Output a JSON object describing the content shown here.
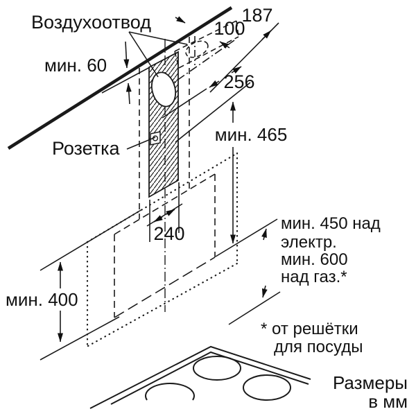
{
  "diagram": {
    "title_hint": "Hood installation dimensions diagram",
    "colors": {
      "line": "#1a1a1a",
      "background": "#ffffff"
    },
    "labels": {
      "air_outlet": "Воздухоотвод",
      "min60": "мин. 60",
      "d187": "187",
      "d100": "100",
      "d256": "256",
      "min465": "мин. 465",
      "socket": "Розетка",
      "d240": "240",
      "min400": "мин. 400",
      "clearance_line1": "мин. 450 над",
      "clearance_line2": "электр.",
      "clearance_line3": "мин. 600",
      "clearance_line4": "над газ.*",
      "footnote_line1": "* от решётки",
      "footnote_line2": "для посуды",
      "units_line1": "Размеры",
      "units_line2": "в мм"
    }
  }
}
